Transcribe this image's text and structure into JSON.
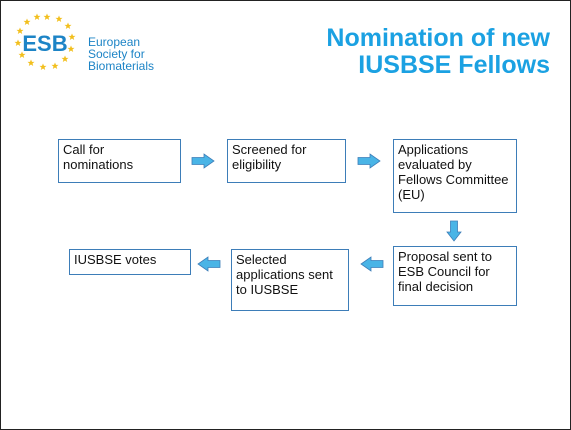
{
  "logo": {
    "monogram": "ESB",
    "text_lines": [
      "European",
      "Society for",
      "Biomaterials"
    ],
    "colors": {
      "monogram": "#1d84c6",
      "stars": "#f2bf1d"
    }
  },
  "title": {
    "lines": [
      "Nomination of new",
      "IUSBSE Fellows"
    ],
    "color": "#1ba1e2"
  },
  "flow": {
    "box_border_color": "#3d7db8",
    "arrow_color": "#49b4e6",
    "steps": [
      "Call for nominations",
      "Screened for eligibility",
      "Applications evaluated by Fellows Committee (EU)",
      "Proposal sent to ESB Council for final decision",
      "Selected applications sent to IUSBSE",
      "IUSBSE votes"
    ],
    "arrows": [
      "right-arrow",
      "right-arrow",
      "down-arrow",
      "left-arrow",
      "left-arrow"
    ]
  }
}
